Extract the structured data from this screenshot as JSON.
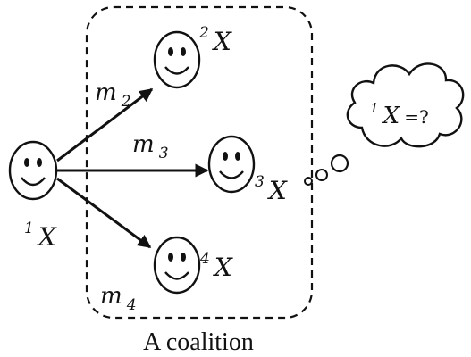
{
  "diagram": {
    "agents": [
      {
        "id": "1",
        "sup": "1",
        "base": "X"
      },
      {
        "id": "2",
        "sup": "2",
        "base": "X"
      },
      {
        "id": "3",
        "sup": "3",
        "base": "X"
      },
      {
        "id": "4",
        "sup": "4",
        "base": "X"
      }
    ],
    "messages": [
      {
        "base": "m",
        "sub": "2",
        "from": "1",
        "to": "2"
      },
      {
        "base": "m",
        "sub": "3",
        "from": "1",
        "to": "3"
      },
      {
        "base": "m",
        "sub": "4",
        "from": "1",
        "to": "4"
      }
    ],
    "coalition_label": "A coalition",
    "thought": {
      "sup": "1",
      "base": "X",
      "suffix": "=?"
    },
    "colors": {
      "ink": "#111111",
      "background": "#ffffff"
    },
    "icons": {
      "agent": "smiley-face-icon",
      "thought": "thought-cloud-icon"
    }
  }
}
